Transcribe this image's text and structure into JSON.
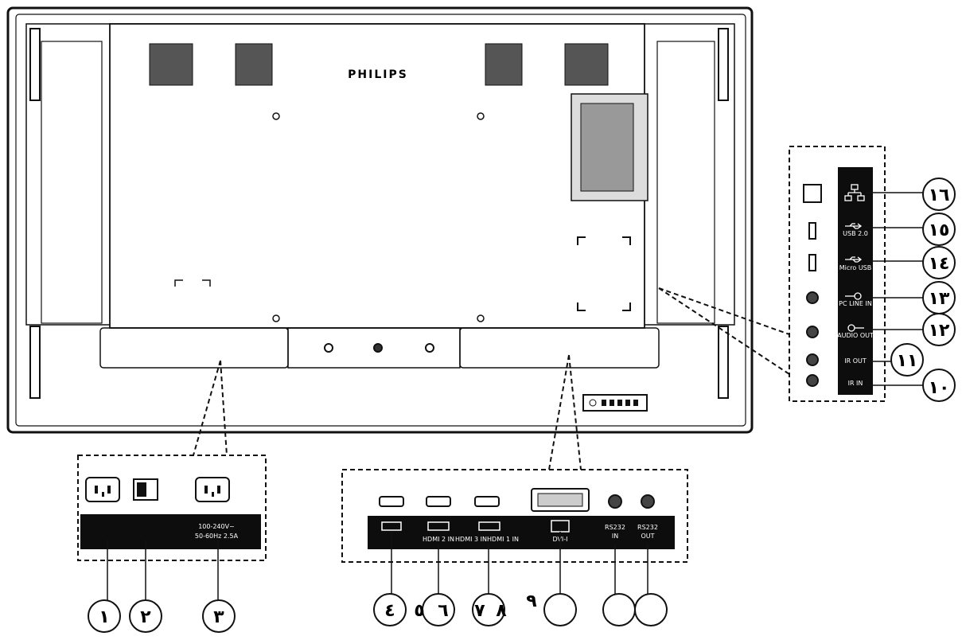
{
  "brand": "PHILIPS",
  "power_panel": {
    "rating_line1": "100-240V~",
    "rating_line2": "50-60Hz 2.5A"
  },
  "video_panel": {
    "hdmi_label_a": "HDMI 2 IN",
    "hdmi_label_b": "HDMI 3 IN",
    "hdmi_label_c": "HDMI 1 IN",
    "dvi_label": "DVI-I",
    "rs232_in_line1": "RS232",
    "rs232_in_line2": "IN",
    "rs232_out_line1": "RS232",
    "rs232_out_line2": "OUT"
  },
  "side_panel": {
    "usb_a_label": "USB 2.0",
    "usb_b_label": "Micro USB",
    "pc_line_in": "PC LINE IN",
    "audio_out": "AUDIO OUT",
    "ir_out": "IR OUT",
    "ir_in": "IR IN"
  },
  "callouts": {
    "n1": "١",
    "n2": "٢",
    "n3": "٣",
    "n4": "٤",
    "n5": "٥",
    "n6": "٦",
    "n7": "٧",
    "n8": "٨",
    "n9": "٩",
    "n10": "١٠",
    "n11": "١١",
    "n12": "١٢",
    "n13": "١٣",
    "n14": "١٤",
    "n15": "١٥",
    "n16": "١٦"
  }
}
